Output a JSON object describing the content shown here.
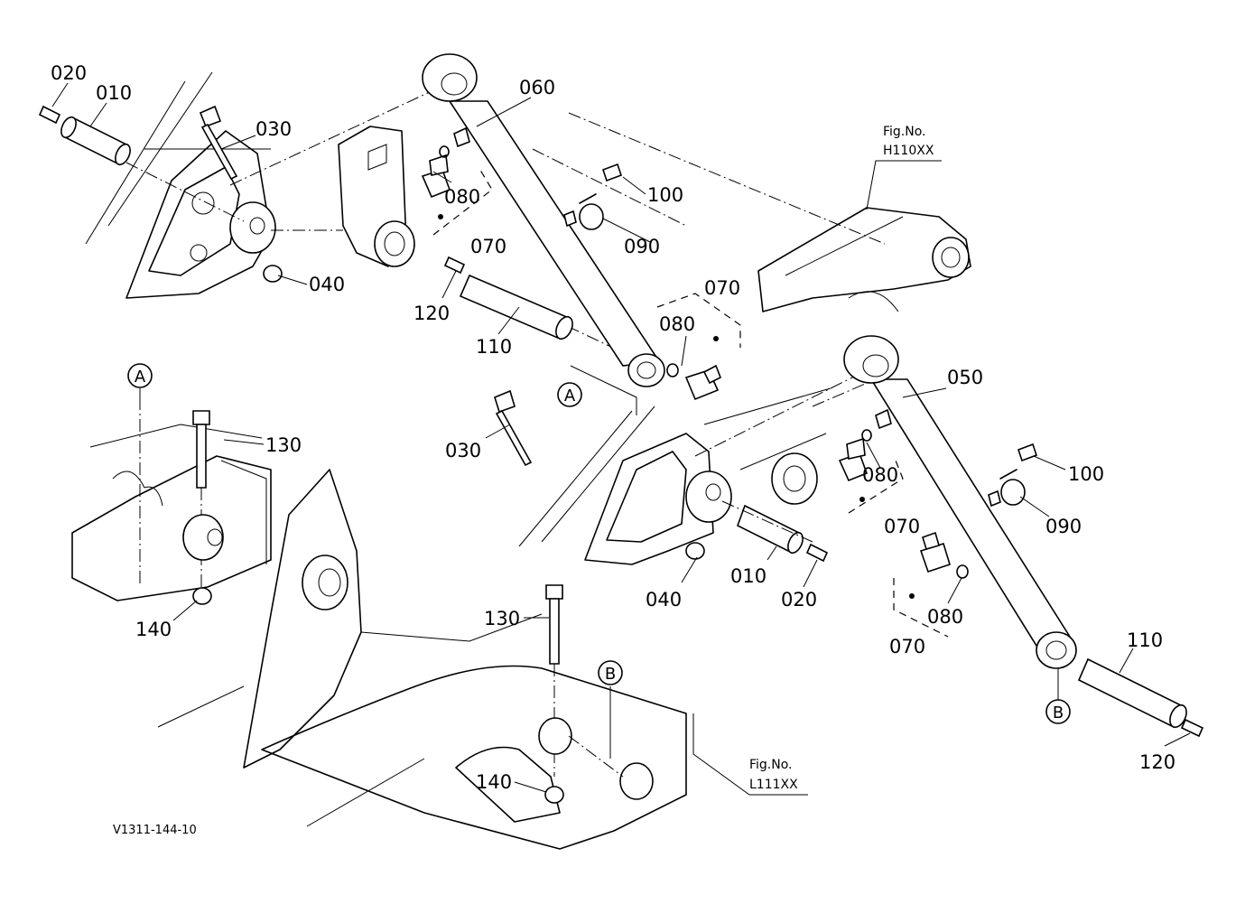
{
  "diagram_code": "V1311-144-10",
  "fig_refs": [
    {
      "label": "Fig.No.",
      "code": "H110XX"
    },
    {
      "label": "Fig.No.",
      "code": "L111XX"
    }
  ],
  "ref_markers": [
    "A",
    "A",
    "B",
    "B"
  ],
  "callouts": {
    "c020a": "020",
    "c010a": "010",
    "c030a": "030",
    "c060": "060",
    "c080a": "080",
    "c070a": "070",
    "c100a": "100",
    "c090a": "090",
    "c040a": "040",
    "c120a": "120",
    "c110a": "110",
    "c070b": "070",
    "c080b": "080",
    "c130a": "130",
    "c030b": "030",
    "c050": "050",
    "c080c": "080",
    "c100b": "100",
    "c090b": "090",
    "c070c": "070",
    "c040b": "040",
    "c010b": "010",
    "c020b": "020",
    "c140a": "140",
    "c130b": "130",
    "c080d": "080",
    "c070d": "070",
    "c110b": "110",
    "c120b": "120",
    "c140b": "140"
  }
}
